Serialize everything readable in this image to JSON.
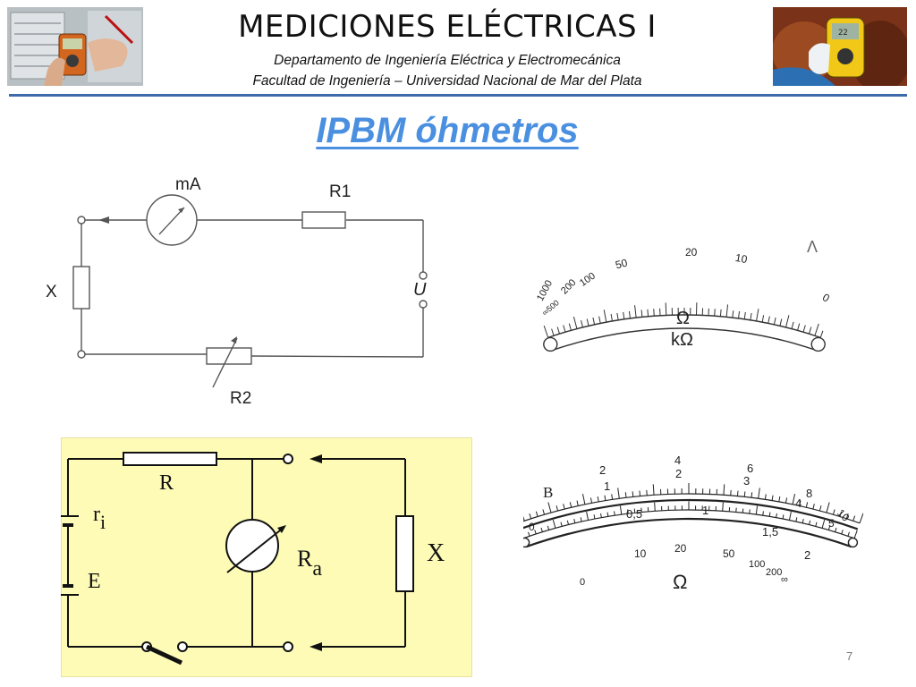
{
  "header": {
    "title": "MEDICIONES ELÉCTRICAS I",
    "subtitle_1": "Departamento de Ingeniería Eléctrica y Electromecánica",
    "subtitle_2": "Facultad de Ingeniería – Universidad Nacional de Mar del Plata"
  },
  "slide": {
    "title": "IPBM óhmetros",
    "page_number": "7"
  },
  "circuit_top": {
    "meter_label": "mA",
    "r1_label": "R1",
    "x_label": "X",
    "source_label": "U",
    "r2_label": "R2"
  },
  "circuit_bottom": {
    "background": "#fdfbb6",
    "r_label": "R",
    "ri_main": "r",
    "ri_sub": "i",
    "e_label": "E",
    "ra_main": "R",
    "ra_sub": "a",
    "x_label": "X"
  },
  "scale_top": {
    "labels": [
      "1000",
      "200",
      "100",
      "50",
      "20",
      "10",
      "0"
    ],
    "low_label": "∞500",
    "unit_1": "Ω",
    "unit_2": "kΩ",
    "corner_mark": "Λ"
  },
  "scale_bottom": {
    "corner_label": "B",
    "outer_labels": [
      "2",
      "4",
      "6",
      "8"
    ],
    "row2_labels": [
      "1",
      "2",
      "3",
      "4",
      "5",
      "10"
    ],
    "inner_labels": [
      "0",
      "0,5",
      "1",
      "1,5",
      "2"
    ],
    "lower_labels": [
      "0",
      "10",
      "20",
      "50",
      "100",
      "200",
      "∞"
    ],
    "unit": "Ω"
  }
}
